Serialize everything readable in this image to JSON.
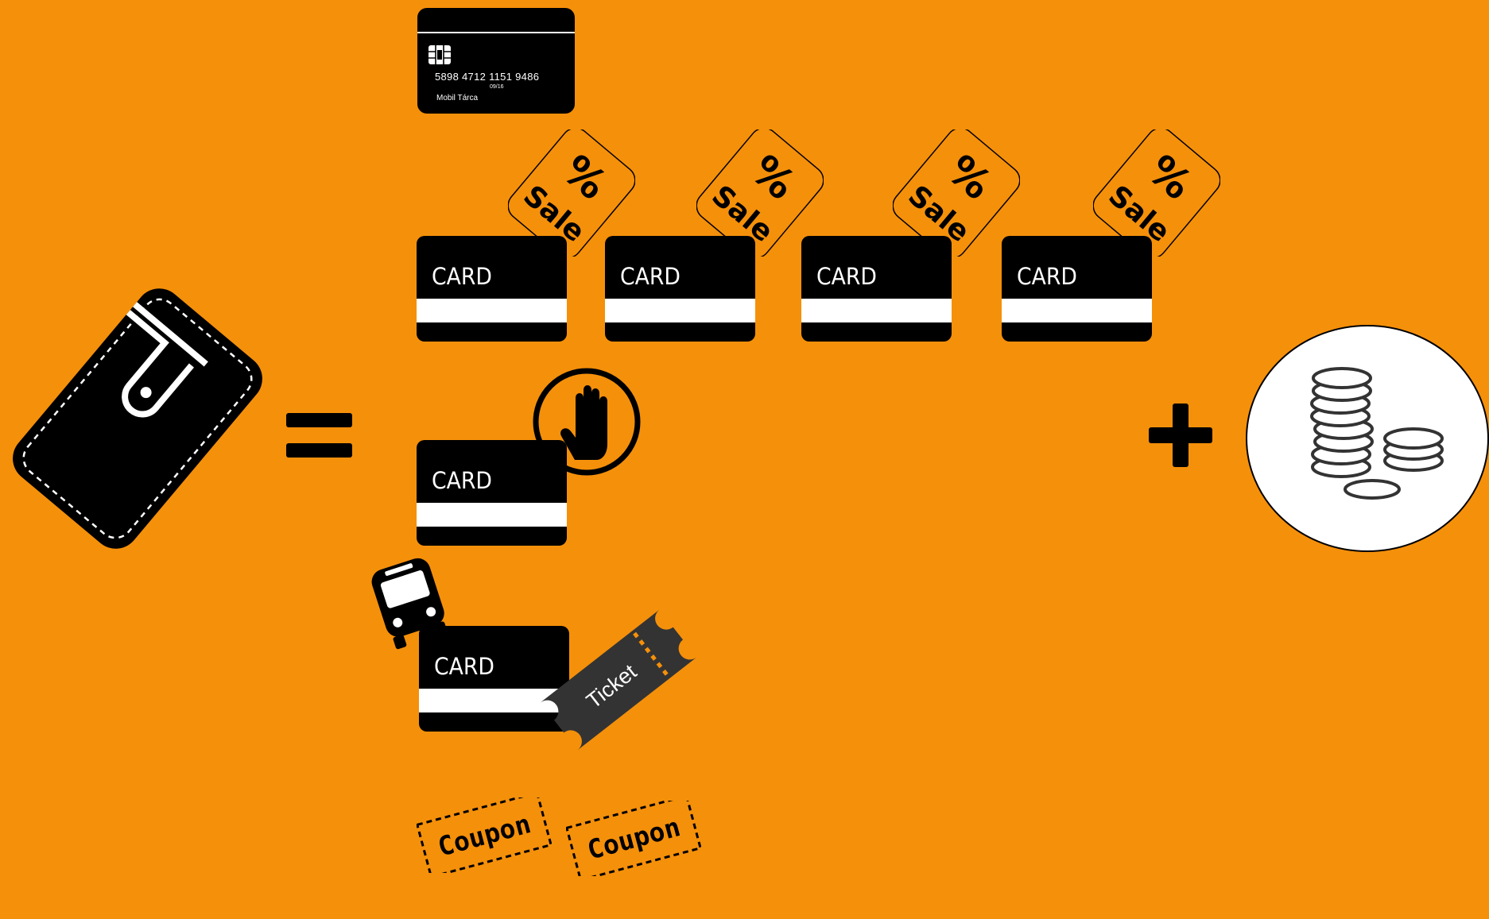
{
  "colors": {
    "background": "#F5900A",
    "card": "#000000",
    "card_stripe": "#FFFFFF",
    "ticket": "#333333",
    "coins_circle": "#FFFFFF"
  },
  "icons": [
    "wallet-icon",
    "equals-icon",
    "credit-card-chip-icon",
    "sale-tag-icon",
    "stop-hand-icon",
    "bus-icon",
    "ticket-icon",
    "coupon-icon",
    "plus-icon",
    "coins-icon"
  ],
  "credit_card": {
    "number": "5898  4712  1151 9486",
    "expiry": "09/16",
    "holder": "Mobil Tárca"
  },
  "cards": {
    "label": "CARD"
  },
  "sale_tag": {
    "percent": "%",
    "text": "Sale"
  },
  "ticket": {
    "label": "Ticket"
  },
  "coupons": [
    {
      "label": "Coupon"
    },
    {
      "label": "Coupon"
    }
  ]
}
